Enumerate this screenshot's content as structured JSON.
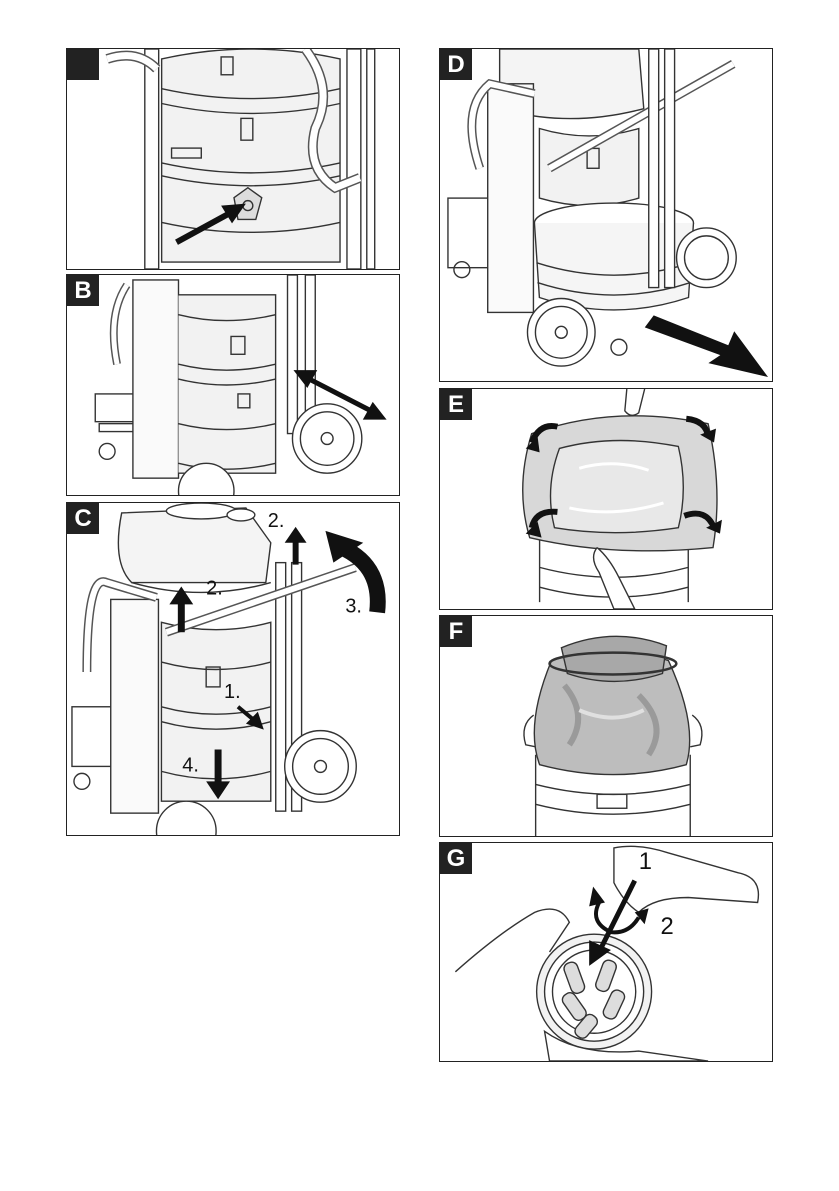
{
  "panels": {
    "a": {
      "label": ""
    },
    "b": {
      "label": "B"
    },
    "c": {
      "label": "C",
      "steps": [
        "1.",
        "2.",
        "2.",
        "3.",
        "4."
      ]
    },
    "d": {
      "label": "D"
    },
    "e": {
      "label": "E"
    },
    "f": {
      "label": "F"
    },
    "g": {
      "label": "G",
      "steps": [
        "1",
        "2"
      ]
    }
  }
}
